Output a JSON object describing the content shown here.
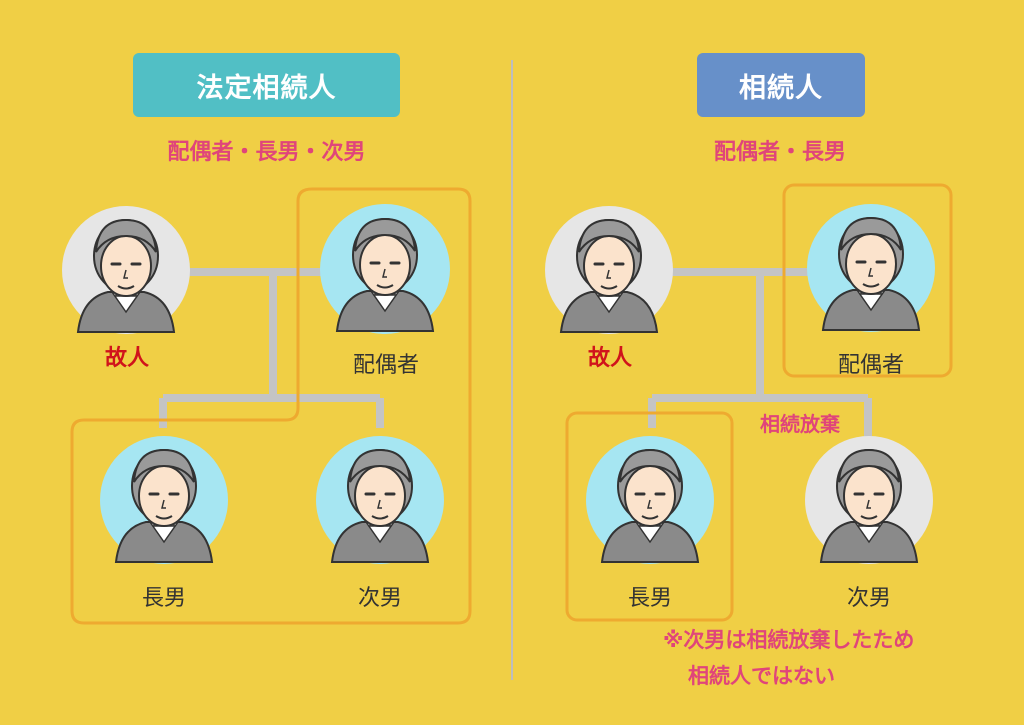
{
  "left_panel": {
    "badge": "法定相続人",
    "subtitle": "配偶者・長男・次男",
    "people": {
      "deceased": "故人",
      "spouse": "配偶者",
      "eldest_son": "長男",
      "second_son": "次男"
    }
  },
  "right_panel": {
    "badge": "相続人",
    "subtitle": "配偶者・長男",
    "people": {
      "deceased": "故人",
      "spouse": "配偶者",
      "eldest_son": "長男",
      "second_son": "次男"
    },
    "renunciation_label": "相続放棄",
    "note_line1": "※次男は相続放棄したため",
    "note_line2": "相続人ではない"
  },
  "colors": {
    "frame": "#f0cf45",
    "teal_badge": "#51bfc5",
    "blue_badge": "#6790c9",
    "pink_text": "#e0457a",
    "red_text": "#d0131b",
    "orange_outline": "#eeaa30",
    "connector": "#c4c4c4",
    "heir_circle": "#a6e6f2",
    "deceased_circle": "#e6e6e6"
  }
}
